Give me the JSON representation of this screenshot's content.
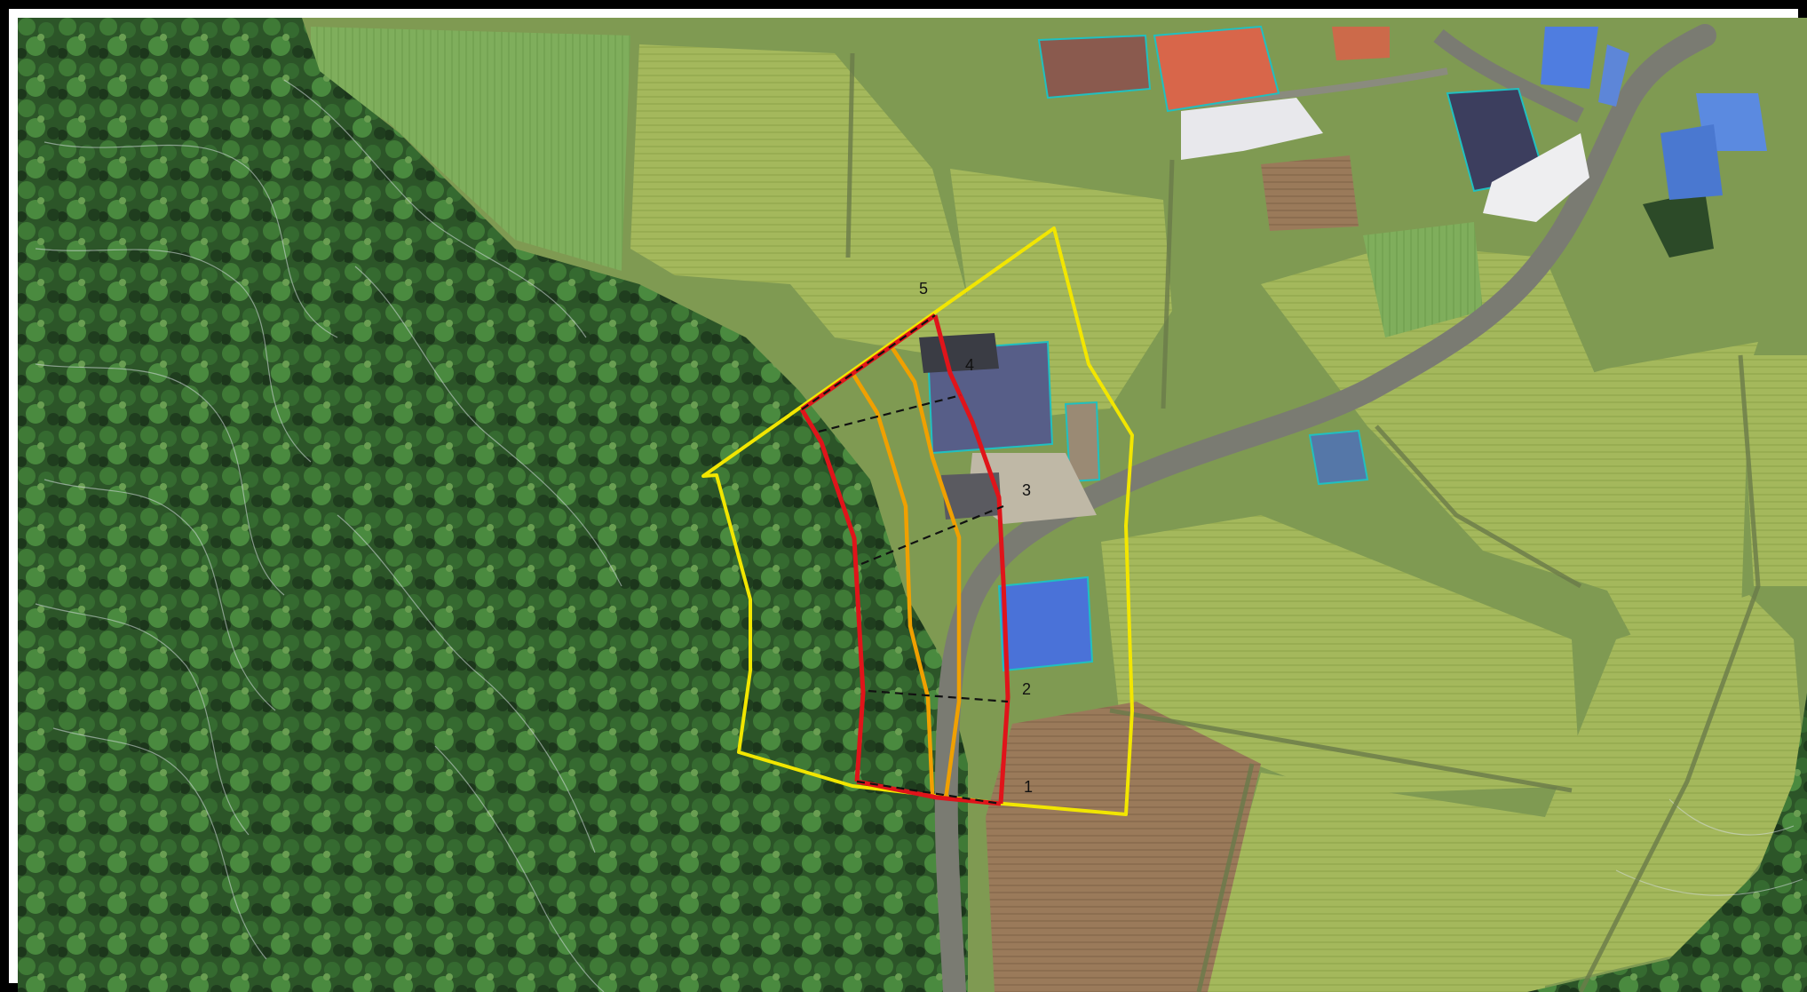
{
  "colors": {
    "yellow_boundary": "#f2e600",
    "red_line": "#e0141a",
    "orange_line": "#f0a000",
    "section_line": "#111111",
    "forest": "#2f5a2a",
    "paddy": "#9fb457",
    "road": "#7c7d74",
    "blue_roof": "#3f6cd8"
  },
  "section_labels": [
    "1",
    "2",
    "3",
    "4",
    "5"
  ]
}
